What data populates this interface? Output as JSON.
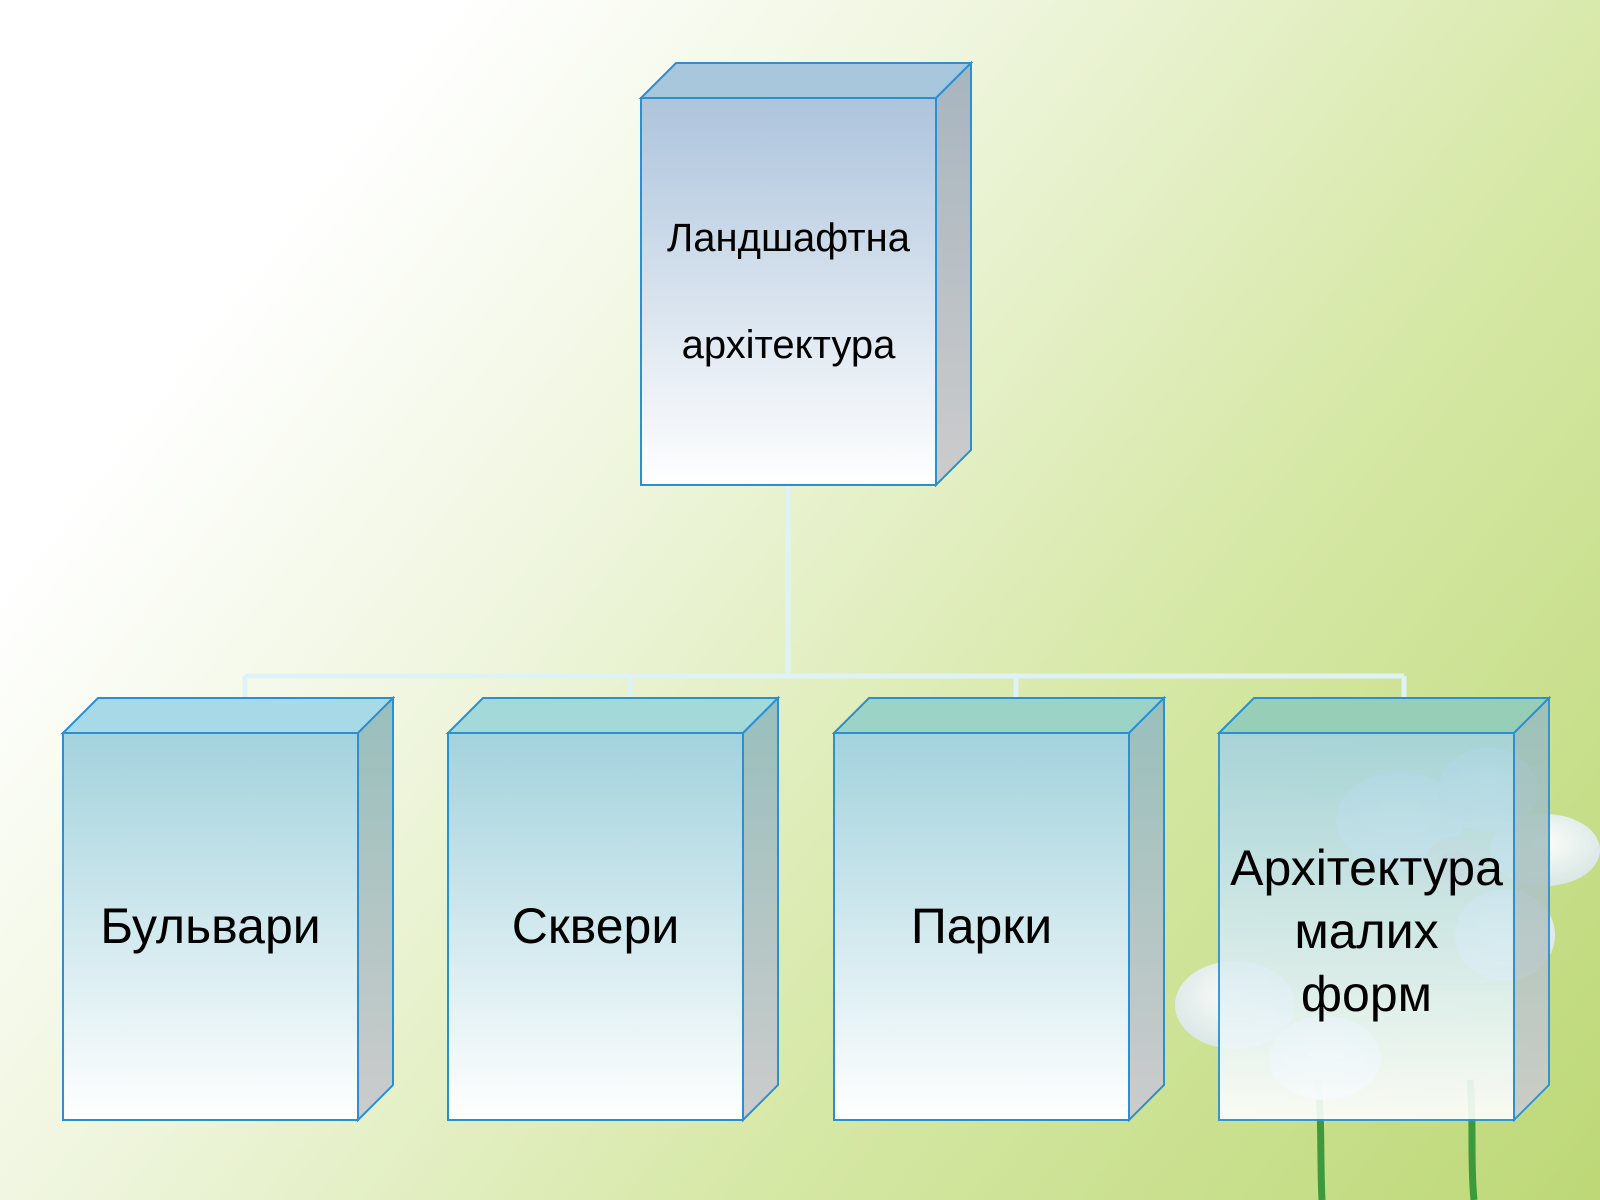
{
  "diagram": {
    "root": {
      "lines": [
        "Ландшафтна",
        "архітектура"
      ]
    },
    "children": [
      {
        "lines": [
          "Бульвари"
        ]
      },
      {
        "lines": [
          "Сквери"
        ]
      },
      {
        "lines": [
          "Парки"
        ]
      },
      {
        "lines": [
          "Архітектура",
          "малих",
          "форм"
        ]
      }
    ]
  },
  "colors": {
    "box_border": "#2b8fd1",
    "connector": "#dff3f6",
    "root_top": "#adc4dc",
    "child_top": "#a8d6e2",
    "box_bottom": "#ffffff",
    "side_face": "#b4bfc6"
  },
  "icons": [
    "flower-icon"
  ]
}
